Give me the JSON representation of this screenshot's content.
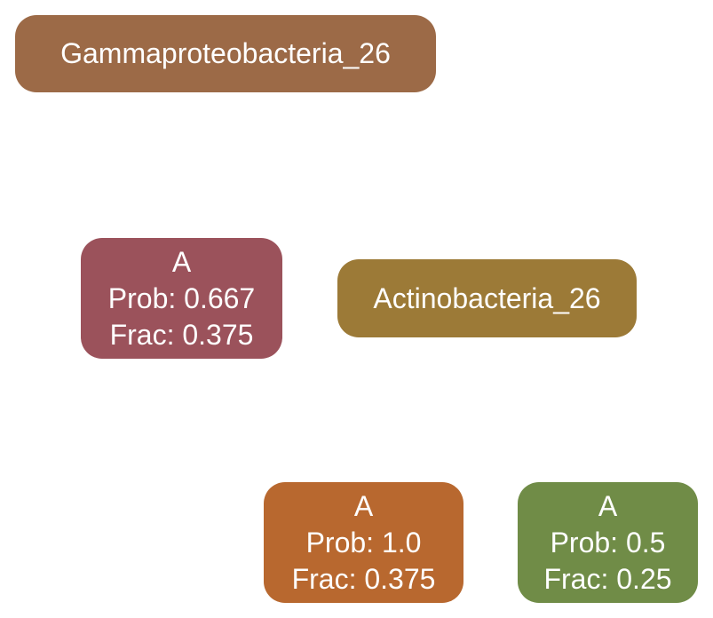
{
  "nodes": {
    "gamma": {
      "label": "Gammaproteobacteria_26",
      "color": "#9c6a47"
    },
    "a1": {
      "title": "A",
      "prob": "Prob: 0.667",
      "frac": "Frac: 0.375",
      "color": "#9b525b"
    },
    "actino": {
      "label": "Actinobacteria_26",
      "color": "#9c7a37"
    },
    "a2": {
      "title": "A",
      "prob": "Prob: 1.0",
      "frac": "Frac: 0.375",
      "color": "#b8682f"
    },
    "a3": {
      "title": "A",
      "prob": "Prob: 0.5",
      "frac": "Frac: 0.25",
      "color": "#708c47"
    }
  }
}
